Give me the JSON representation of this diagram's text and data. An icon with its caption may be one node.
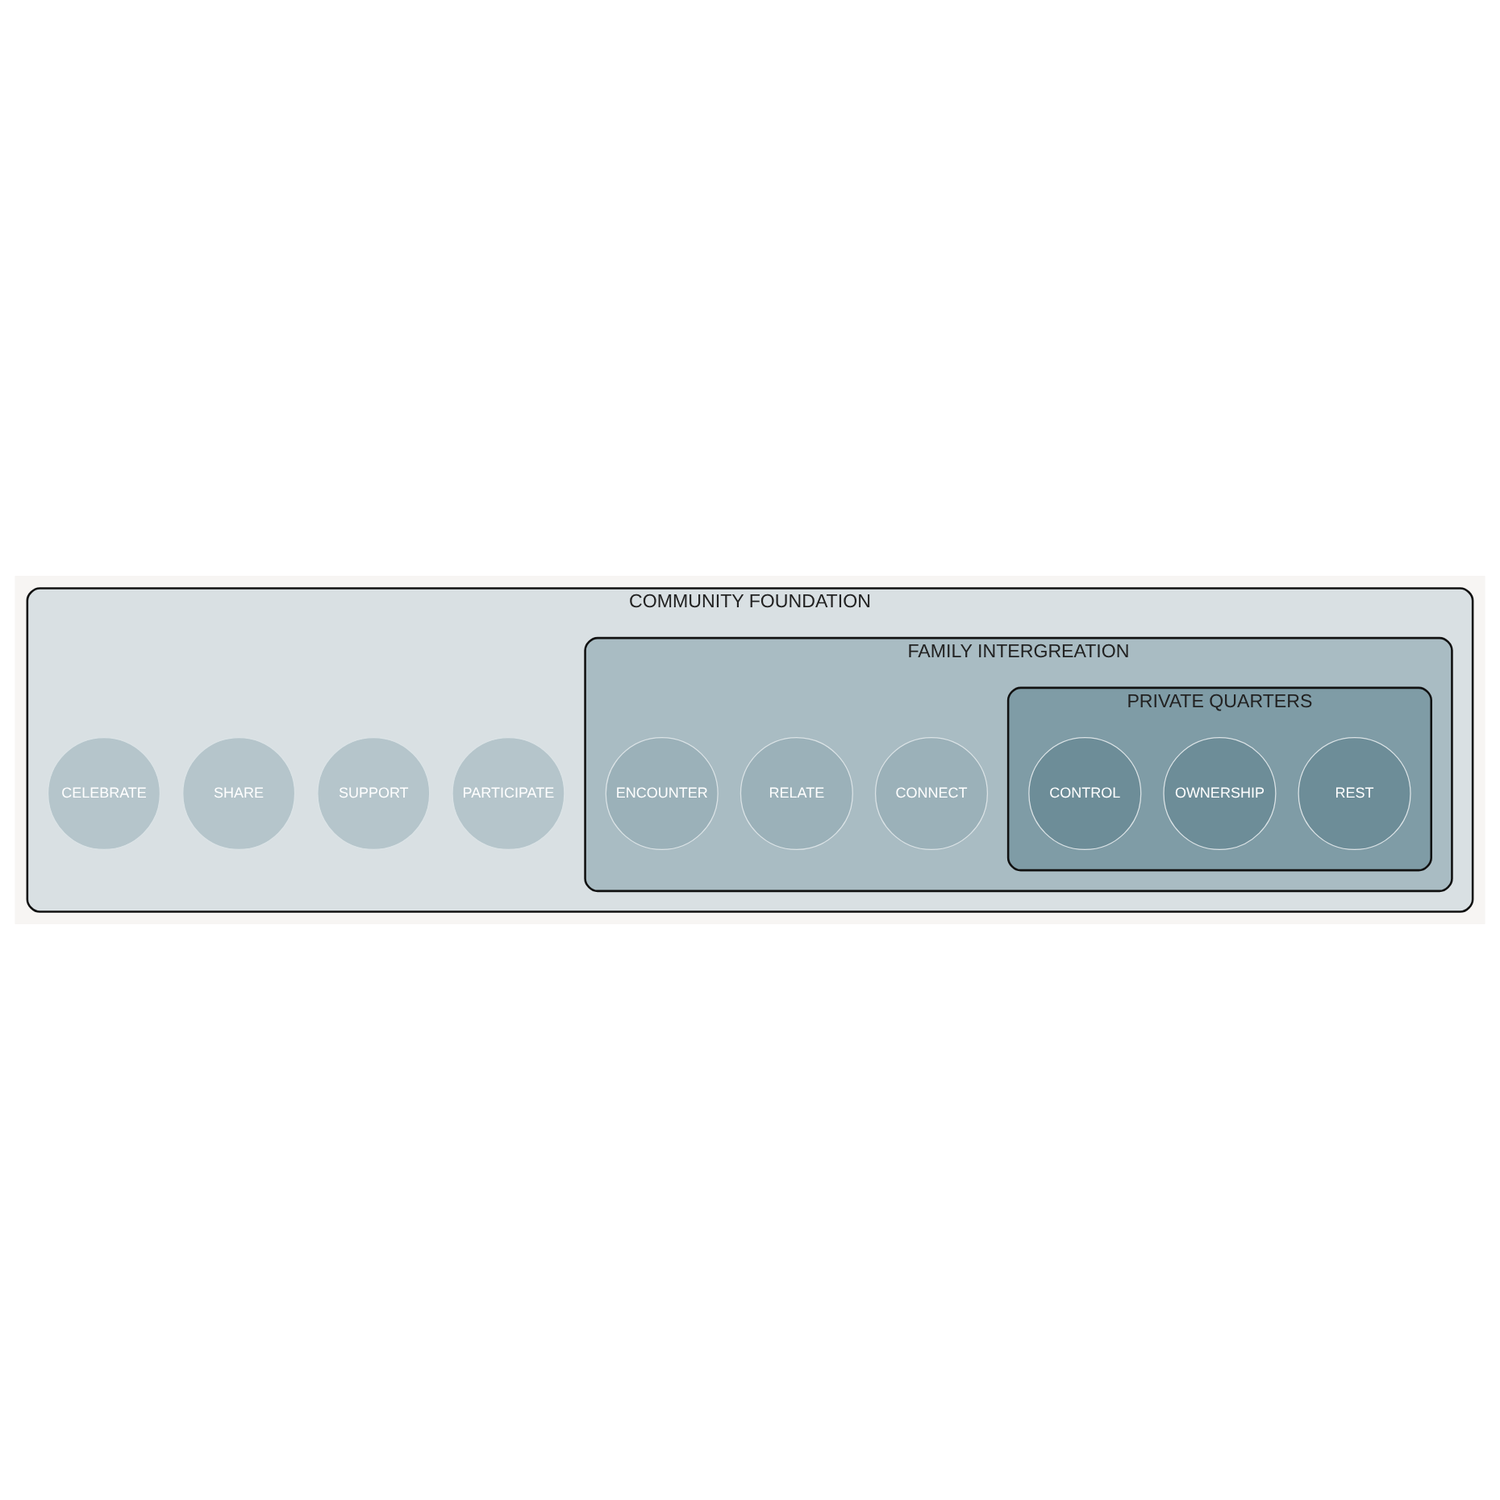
{
  "diagram": {
    "nodes": [
      {
        "text": [
          "COMMUNITY FOUNDATION"
        ]
      },
      {
        "text": [
          "PARTICIPATE"
        ],
        "in": 0
      },
      {
        "text": [
          "SUPPORT"
        ],
        "in": 0
      },
      {
        "text": [
          "SHARE"
        ],
        "in": 0
      },
      {
        "text": [
          "FAMILY INTERGREATION"
        ],
        "in": 0
      },
      {
        "text": [
          "CONNECT"
        ],
        "in": 4
      },
      {
        "text": [
          "RELATE"
        ],
        "in": 4
      },
      {
        "text": [
          "CELEBRATE"
        ],
        "in": 0
      },
      {
        "text": [
          "ENCOUNTER"
        ],
        "in": 4
      },
      {
        "text": [
          "PRIVATE QUARTERS"
        ],
        "in": 4
      },
      {
        "text": [
          "REST"
        ],
        "in": 9
      },
      {
        "text": [
          "OWNERSHIP"
        ],
        "in": 9
      },
      {
        "text": [
          "CONTROL"
        ],
        "in": 9
      }
    ]
  }
}
